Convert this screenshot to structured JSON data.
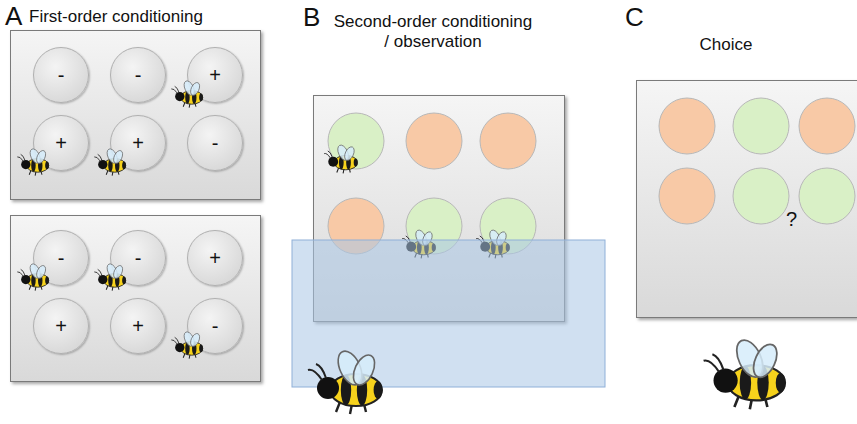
{
  "diagram": {
    "nodes": [
      {
        "text": [
          "A",
          "First-order conditioning"
        ]
      },
      {
        "text": [
          "-"
        ],
        "in": 0
      },
      {
        "text": [
          "-"
        ],
        "in": 0
      },
      {
        "text": [
          "+"
        ],
        "in": 0
      },
      {
        "text": [
          "+"
        ],
        "in": 0
      },
      {
        "text": [
          "+"
        ],
        "in": 0
      },
      {
        "text": [
          "-"
        ],
        "in": 0
      },
      {
        "text": []
      },
      {
        "text": [
          "-"
        ],
        "in": 7
      },
      {
        "text": [
          "-"
        ],
        "in": 7
      },
      {
        "text": [
          "+"
        ],
        "in": 7
      },
      {
        "text": [
          "+"
        ],
        "in": 7
      },
      {
        "text": [
          "+"
        ],
        "in": 7
      },
      {
        "text": [
          "-"
        ],
        "in": 7
      },
      {
        "text": [
          "B",
          "Second-order conditioning / observation"
        ]
      },
      {
        "text": [
          "C",
          "Choice"
        ]
      }
    ],
    "labels": [
      "?"
    ]
  }
}
